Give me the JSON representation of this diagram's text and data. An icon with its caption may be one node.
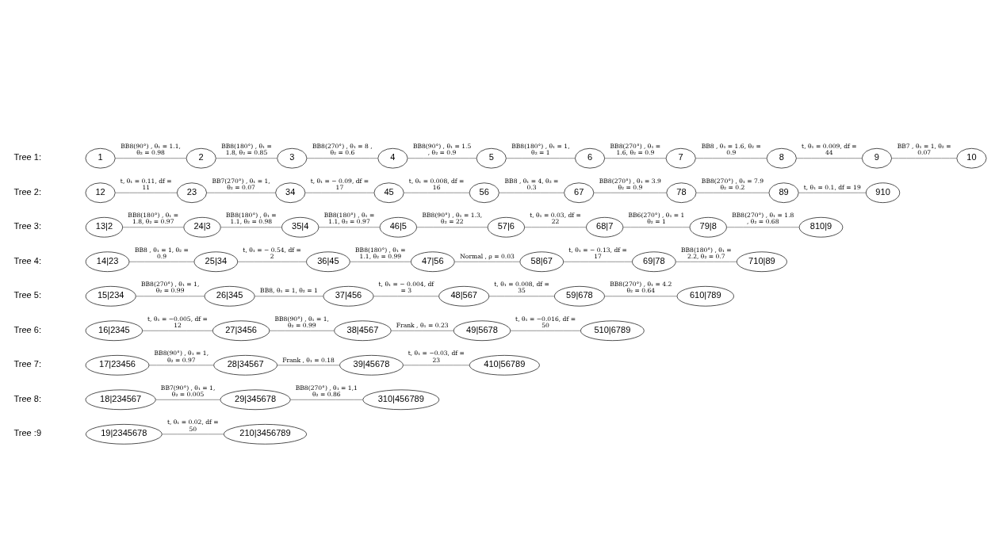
{
  "diagram": {
    "nodes": [
      {
        "text": [
          "1"
        ]
      },
      {
        "text": [
          "2"
        ]
      },
      {
        "text": [
          "3"
        ]
      },
      {
        "text": [
          "4"
        ]
      },
      {
        "text": [
          "5"
        ]
      },
      {
        "text": [
          "6"
        ]
      },
      {
        "text": [
          "7"
        ]
      },
      {
        "text": [
          "8"
        ]
      },
      {
        "text": [
          "9"
        ]
      },
      {
        "text": [
          "10"
        ]
      },
      {
        "text": [
          "12"
        ]
      },
      {
        "text": [
          "23"
        ]
      },
      {
        "text": [
          "34"
        ]
      },
      {
        "text": [
          "45"
        ]
      },
      {
        "text": [
          "56"
        ]
      },
      {
        "text": [
          "67"
        ]
      },
      {
        "text": [
          "78"
        ]
      },
      {
        "text": [
          "89"
        ]
      },
      {
        "text": [
          "910"
        ]
      },
      {
        "text": [
          "13|2"
        ]
      },
      {
        "text": [
          "24|3"
        ]
      },
      {
        "text": [
          "35|4"
        ]
      },
      {
        "text": [
          "46|5"
        ]
      },
      {
        "text": [
          "57|6"
        ]
      },
      {
        "text": [
          "68|7"
        ]
      },
      {
        "text": [
          "79|8"
        ]
      },
      {
        "text": [
          "810|9"
        ]
      },
      {
        "text": [
          "14|23"
        ]
      },
      {
        "text": [
          "25|34"
        ]
      },
      {
        "text": [
          "36|45"
        ]
      },
      {
        "text": [
          "47|56"
        ]
      },
      {
        "text": [
          "58|67"
        ]
      },
      {
        "text": [
          "69|78"
        ]
      },
      {
        "text": [
          "710|89"
        ]
      },
      {
        "text": [
          "15|234"
        ]
      },
      {
        "text": [
          "26|345"
        ]
      },
      {
        "text": [
          "37|456"
        ]
      },
      {
        "text": [
          "48|567"
        ]
      },
      {
        "text": [
          "59|678"
        ]
      },
      {
        "text": [
          "610|789"
        ]
      },
      {
        "text": [
          "16|2345"
        ]
      },
      {
        "text": [
          "27|3456"
        ]
      },
      {
        "text": [
          "38|4567"
        ]
      },
      {
        "text": [
          "49|5678"
        ]
      },
      {
        "text": [
          "510|6789"
        ]
      },
      {
        "text": [
          "17|23456"
        ]
      },
      {
        "text": [
          "28|34567"
        ]
      },
      {
        "text": [
          "39|45678"
        ]
      },
      {
        "text": [
          "410|56789"
        ]
      },
      {
        "text": [
          "18|234567"
        ]
      },
      {
        "text": [
          "29|345678"
        ]
      },
      {
        "text": [
          "310|456789"
        ]
      },
      {
        "text": [
          "19|2345678"
        ]
      },
      {
        "text": [
          "210|3456789"
        ]
      }
    ],
    "edges": [
      {
        "from": 0,
        "to": 1,
        "arrow": "none",
        "label": "BB8(90°) , θ₁ = 1.1, θ₂ = 0.98"
      },
      {
        "from": 1,
        "to": 2,
        "arrow": "none",
        "label": "BB8(180°) , θ₁ = 1.8, θ₂ = 0.85"
      },
      {
        "from": 2,
        "to": 3,
        "arrow": "none",
        "label": "BB8(270°) , θ₁ = 8 , θ₂ = 0.6"
      },
      {
        "from": 3,
        "to": 4,
        "arrow": "none",
        "label": "BB8(90°) , θ₁ = 1.5 , θ₂ = 0.9"
      },
      {
        "from": 4,
        "to": 5,
        "arrow": "none",
        "label": "BB8(180°) , θ₁ = 1, θ₂ = 1"
      },
      {
        "from": 5,
        "to": 6,
        "arrow": "none",
        "label": "BB8(270°) , θ₁ = 1.6, θ₂ = 0.9"
      },
      {
        "from": 6,
        "to": 7,
        "arrow": "none",
        "label": "BB8 , θ₁ = 1.6, θ₂ = 0.9"
      },
      {
        "from": 7,
        "to": 8,
        "arrow": "none",
        "label": "t, θ₁ = 0.009, df = 44"
      },
      {
        "from": 8,
        "to": 9,
        "arrow": "none",
        "label": "BB7 , θ₁ = 1, θ₂ = 0.07"
      },
      {
        "from": 10,
        "to": 11,
        "arrow": "none",
        "label": "t, θ₁ = 0.11, df = 11"
      },
      {
        "from": 11,
        "to": 12,
        "arrow": "none",
        "label": "BB7(270°) , θ₁ = 1, θ₂ = 0.07"
      },
      {
        "from": 12,
        "to": 13,
        "arrow": "none",
        "label": "t, θ₁ = − 0.09, df = 17"
      },
      {
        "from": 13,
        "to": 14,
        "arrow": "none",
        "label": "t, θ₁ = 0.008, df = 16"
      },
      {
        "from": 14,
        "to": 15,
        "arrow": "none",
        "label": "BB8 , θ₁ = 4, θ₂ = 0.3"
      },
      {
        "from": 15,
        "to": 16,
        "arrow": "none",
        "label": "BB8(270°) , θ₁ = 3.9 θ₂ = 0.9"
      },
      {
        "from": 16,
        "to": 17,
        "arrow": "none",
        "label": "BB8(270°) , θ₁ = 7.9 θ₂ = 0.2"
      },
      {
        "from": 17,
        "to": 18,
        "arrow": "none",
        "label": "t, θ₁ = 0.1, df = 19"
      },
      {
        "from": 19,
        "to": 20,
        "arrow": "none",
        "label": "BB8(180°) , θ₁ = 1.8, θ₂ = 0.97"
      },
      {
        "from": 20,
        "to": 21,
        "arrow": "none",
        "label": "BB8(180°) , θ₁ = 1.1, θ₂ = 0.98"
      },
      {
        "from": 21,
        "to": 22,
        "arrow": "none",
        "label": "BB8(180°) , θ₁ = 1.1, θ₂ = 0.97"
      },
      {
        "from": 22,
        "to": 23,
        "arrow": "none",
        "label": "BB8(90°) , θ₁ = 1.3, θ₂ = 22"
      },
      {
        "from": 23,
        "to": 24,
        "arrow": "none",
        "label": "t, θ₁ = 0.03, df = 22"
      },
      {
        "from": 24,
        "to": 25,
        "arrow": "none",
        "label": "BB6(270°) , θ₁ = 1 θ₂ = 1"
      },
      {
        "from": 25,
        "to": 26,
        "arrow": "none",
        "label": "BB8(270°) , θ₁ = 1.8 , θ₂ = 0.68"
      },
      {
        "from": 27,
        "to": 28,
        "arrow": "none",
        "label": "BB8 , θ₁ = 1, θ₂ = 0.9"
      },
      {
        "from": 28,
        "to": 29,
        "arrow": "none",
        "label": "t, θ₁ = − 0.54, df = 2"
      },
      {
        "from": 29,
        "to": 30,
        "arrow": "none",
        "label": "BB8(180°) , θ₁ = 1.1, θ₂ = 0.99"
      },
      {
        "from": 30,
        "to": 31,
        "arrow": "none",
        "label": "Normal , ρ = 0.03"
      },
      {
        "from": 31,
        "to": 32,
        "arrow": "none",
        "label": "t, θ₁ = − 0.13, df = 17"
      },
      {
        "from": 32,
        "to": 33,
        "arrow": "none",
        "label": "BB8(180°) , θ₁ = 2.2, θ₂ = 0.7"
      },
      {
        "from": 34,
        "to": 35,
        "arrow": "none",
        "label": "BB8(270°) , θ₁ = 1, θ₂ = 0.99"
      },
      {
        "from": 35,
        "to": 36,
        "arrow": "none",
        "label": "BB8, θ₁ = 1, θ₂ = 1"
      },
      {
        "from": 36,
        "to": 37,
        "arrow": "none",
        "label": "t, θ₁ = − 0.004, df = 3"
      },
      {
        "from": 37,
        "to": 38,
        "arrow": "none",
        "label": "t, θ₁ = 0.008, df = 35"
      },
      {
        "from": 38,
        "to": 39,
        "arrow": "none",
        "label": "BB8(270°) , θ₁ = 4.2 θ₂ = 0.64"
      },
      {
        "from": 40,
        "to": 41,
        "arrow": "none",
        "label": "t, θ₁ = −0.005, df = 12"
      },
      {
        "from": 41,
        "to": 42,
        "arrow": "none",
        "label": "BB8(90°) , θ₁ = 1, θ₂ = 0.99"
      },
      {
        "from": 42,
        "to": 43,
        "arrow": "none",
        "label": "Frank , θ₁ = 0.23"
      },
      {
        "from": 43,
        "to": 44,
        "arrow": "none",
        "label": "t, θ₁ = −0.016, df = 50"
      },
      {
        "from": 45,
        "to": 46,
        "arrow": "none",
        "label": "BB8(90°) , θ₁ = 1, θ₂ = 0.97"
      },
      {
        "from": 46,
        "to": 47,
        "arrow": "none",
        "label": "Frank , θ₁ = 0.18"
      },
      {
        "from": 47,
        "to": 48,
        "arrow": "none",
        "label": "t, θ₁ = −0.03, df = 23"
      },
      {
        "from": 49,
        "to": 50,
        "arrow": "none",
        "label": "BB7(90°) , θ₁ = 1, θ₂ = 0.005"
      },
      {
        "from": 50,
        "to": 51,
        "arrow": "none",
        "label": "BB8(270°) , θ₁ = 1,1 θ₂ = 0.86"
      },
      {
        "from": 52,
        "to": 53,
        "arrow": "none",
        "label": "t, θ₁ = 0.02, df = 50"
      }
    ],
    "labels": [
      "Tree 1:",
      "Tree 2:",
      "Tree 3:",
      "Tree 4:",
      "Tree 5:",
      "Tree 6:",
      "Tree 7:",
      "Tree 8:",
      "Tree :9"
    ]
  }
}
